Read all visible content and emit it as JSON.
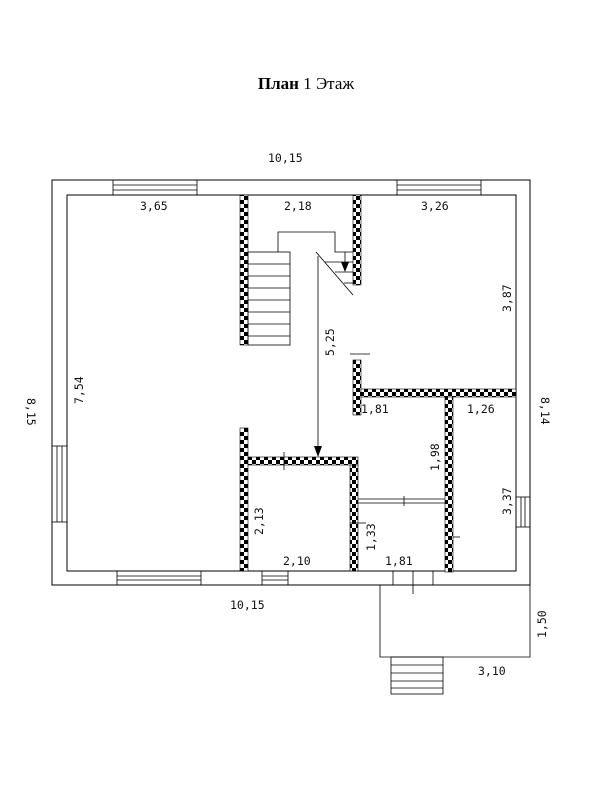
{
  "title": {
    "bold": "План",
    "rest": "1 Этаж"
  },
  "dimensions": {
    "top_overall": "10,15",
    "bottom_overall": "10,15",
    "left_overall": "8,15",
    "right_overall": "8,14",
    "room_living_width": "3,65",
    "room_living_height": "7,54",
    "stair_width": "2,18",
    "corridor_length": "5,25",
    "room_ne_width": "3,26",
    "room_ne_height": "3,87",
    "hall_width": "1,81",
    "hall_height": "1,98",
    "room_se_width": "1,26",
    "room_se_height": "3,37",
    "room_bath_width": "2,10",
    "room_bath_height": "2,13",
    "room_wc_width": "1,81",
    "room_wc_height": "1,33",
    "porch_depth": "1,50",
    "porch_width": "3,10"
  },
  "colors": {
    "line": "#000000",
    "background": "#ffffff"
  }
}
